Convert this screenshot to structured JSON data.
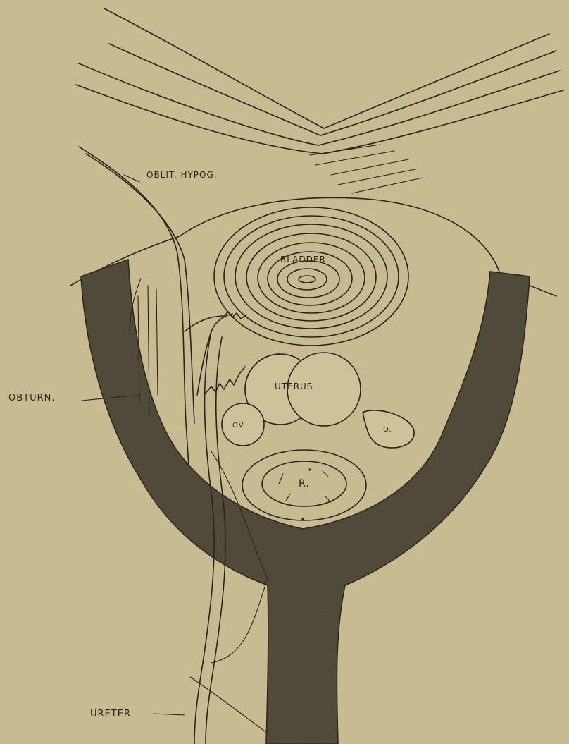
{
  "figure": {
    "labels": {
      "oblit_hypog": "OBLIT. HYPOG.",
      "bladder": "BLADDER",
      "obturn": "OBTURN.",
      "uterus": "UTERUS",
      "ovary_left": "OV.",
      "ovary_right": "O.",
      "rectum": "R.",
      "ureter": "URETER"
    },
    "colors": {
      "paper": "#c7bc91",
      "ink": "#2a2418",
      "stipple": "#4e4737"
    }
  }
}
